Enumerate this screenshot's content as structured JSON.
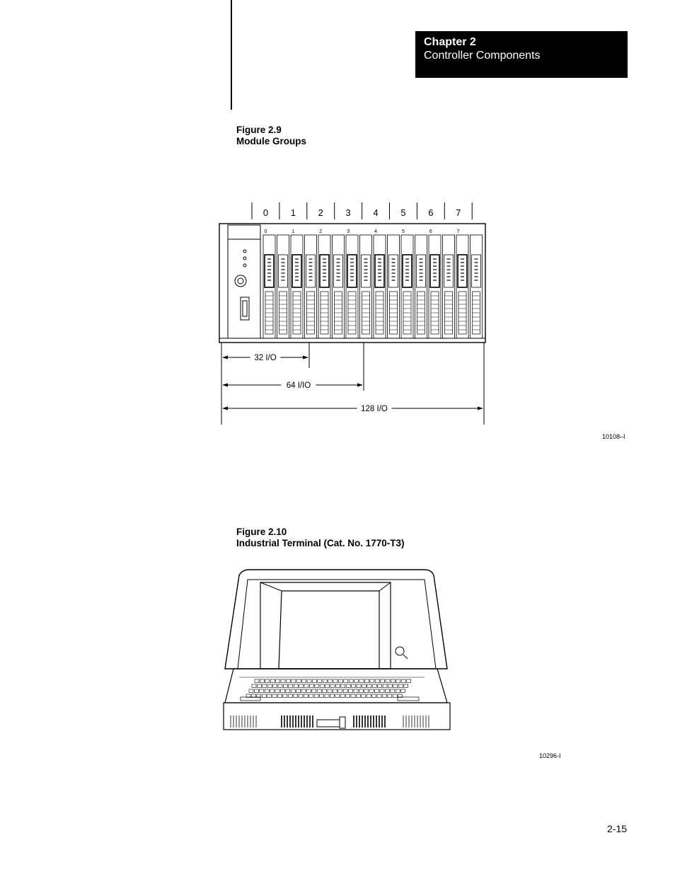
{
  "header": {
    "chapter_number": "Chapter 2",
    "chapter_title": "Controller Components"
  },
  "figure_2_9": {
    "label": "Figure 2.9",
    "title": "Module Groups",
    "groups": [
      "0",
      "1",
      "2",
      "3",
      "4",
      "5",
      "6",
      "7"
    ],
    "dimensions": [
      "32 I/O",
      "64 I/IO",
      "128 I/O"
    ],
    "id": "10108–I"
  },
  "figure_2_10": {
    "label": "Figure 2.10",
    "title": "Industrial Terminal (Cat. No. 1770-T3)",
    "id": "10296-I"
  },
  "footer": {
    "page_number": "2-15"
  }
}
